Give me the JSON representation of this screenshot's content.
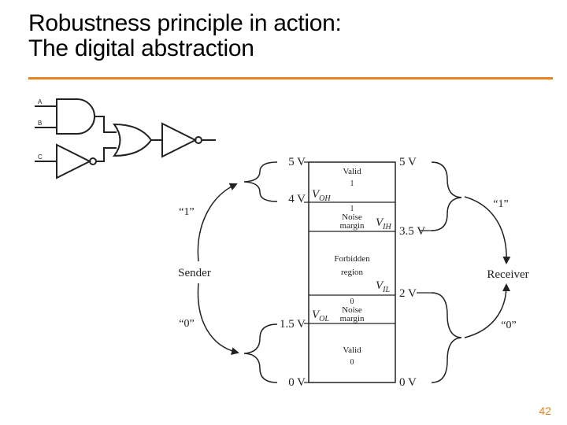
{
  "slide": {
    "title_line1": "Robustness principle in action:",
    "title_line2": "The digital abstraction",
    "page_number": "42"
  },
  "colors": {
    "accent": "#e8821e"
  },
  "circuit": {
    "input_a": "A",
    "input_b": "B",
    "input_c": "C"
  },
  "voltage_diagram": {
    "left_ticks": {
      "v5": "5 V",
      "v4": "4 V",
      "v15": "1.5 V",
      "v0": "0 V"
    },
    "right_ticks": {
      "v5": "5 V",
      "v35": "3.5 V",
      "v2": "2 V",
      "v0": "0 V"
    },
    "regions": {
      "valid1_label": "Valid",
      "valid1_value": "1",
      "noise1_value": "1",
      "noise1_line1": "Noise",
      "noise1_line2": "margin",
      "forbidden_line1": "Forbidden",
      "forbidden_line2": "region",
      "noise0_value": "0",
      "noise0_line1": "Noise",
      "noise0_line2": "margin",
      "valid0_label": "Valid",
      "valid0_value": "0"
    },
    "symbols": {
      "voh_main": "V",
      "voh_sub": "OH",
      "vih_main": "V",
      "vih_sub": "IH",
      "vil_main": "V",
      "vil_sub": "IL",
      "vol_main": "V",
      "vol_sub": "OL"
    },
    "sender": {
      "label": "Sender",
      "one": "“1”",
      "zero": "“0”"
    },
    "receiver": {
      "label": "Receiver",
      "one": "“1”",
      "zero": "“0”"
    }
  }
}
